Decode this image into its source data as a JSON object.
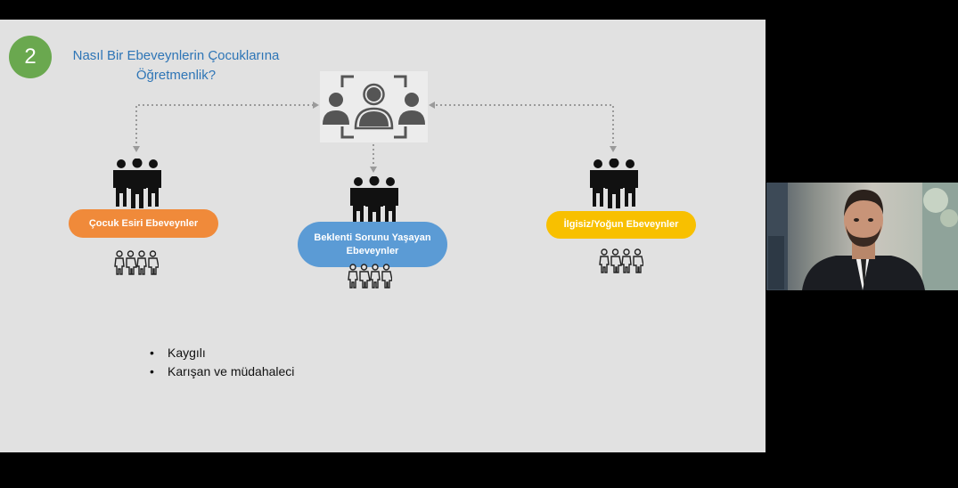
{
  "slide": {
    "number": "2",
    "title_line1": "Nasıl Bir Ebeveynlerin Çocuklarına",
    "title_line2": "Öğretmenlik?",
    "groups": [
      {
        "label": "Çocuk Esiri Ebeveynler",
        "color": "#f08a3a"
      },
      {
        "label_line1": "Beklenti Sorunu Yaşayan",
        "label_line2": "Ebeveynler",
        "color": "#5b9bd5"
      },
      {
        "label": "İlgisiz/Yoğun Ebeveynler",
        "color": "#f8c000"
      }
    ],
    "bullets": [
      "Kaygılı",
      "Karışan ve müdahaleci"
    ],
    "accent": "#2e75b6",
    "badge_color": "#6aa84f"
  },
  "icons": {
    "center": "group-focus-icon",
    "adults": "three-adults-icon",
    "children": "four-children-icon"
  }
}
